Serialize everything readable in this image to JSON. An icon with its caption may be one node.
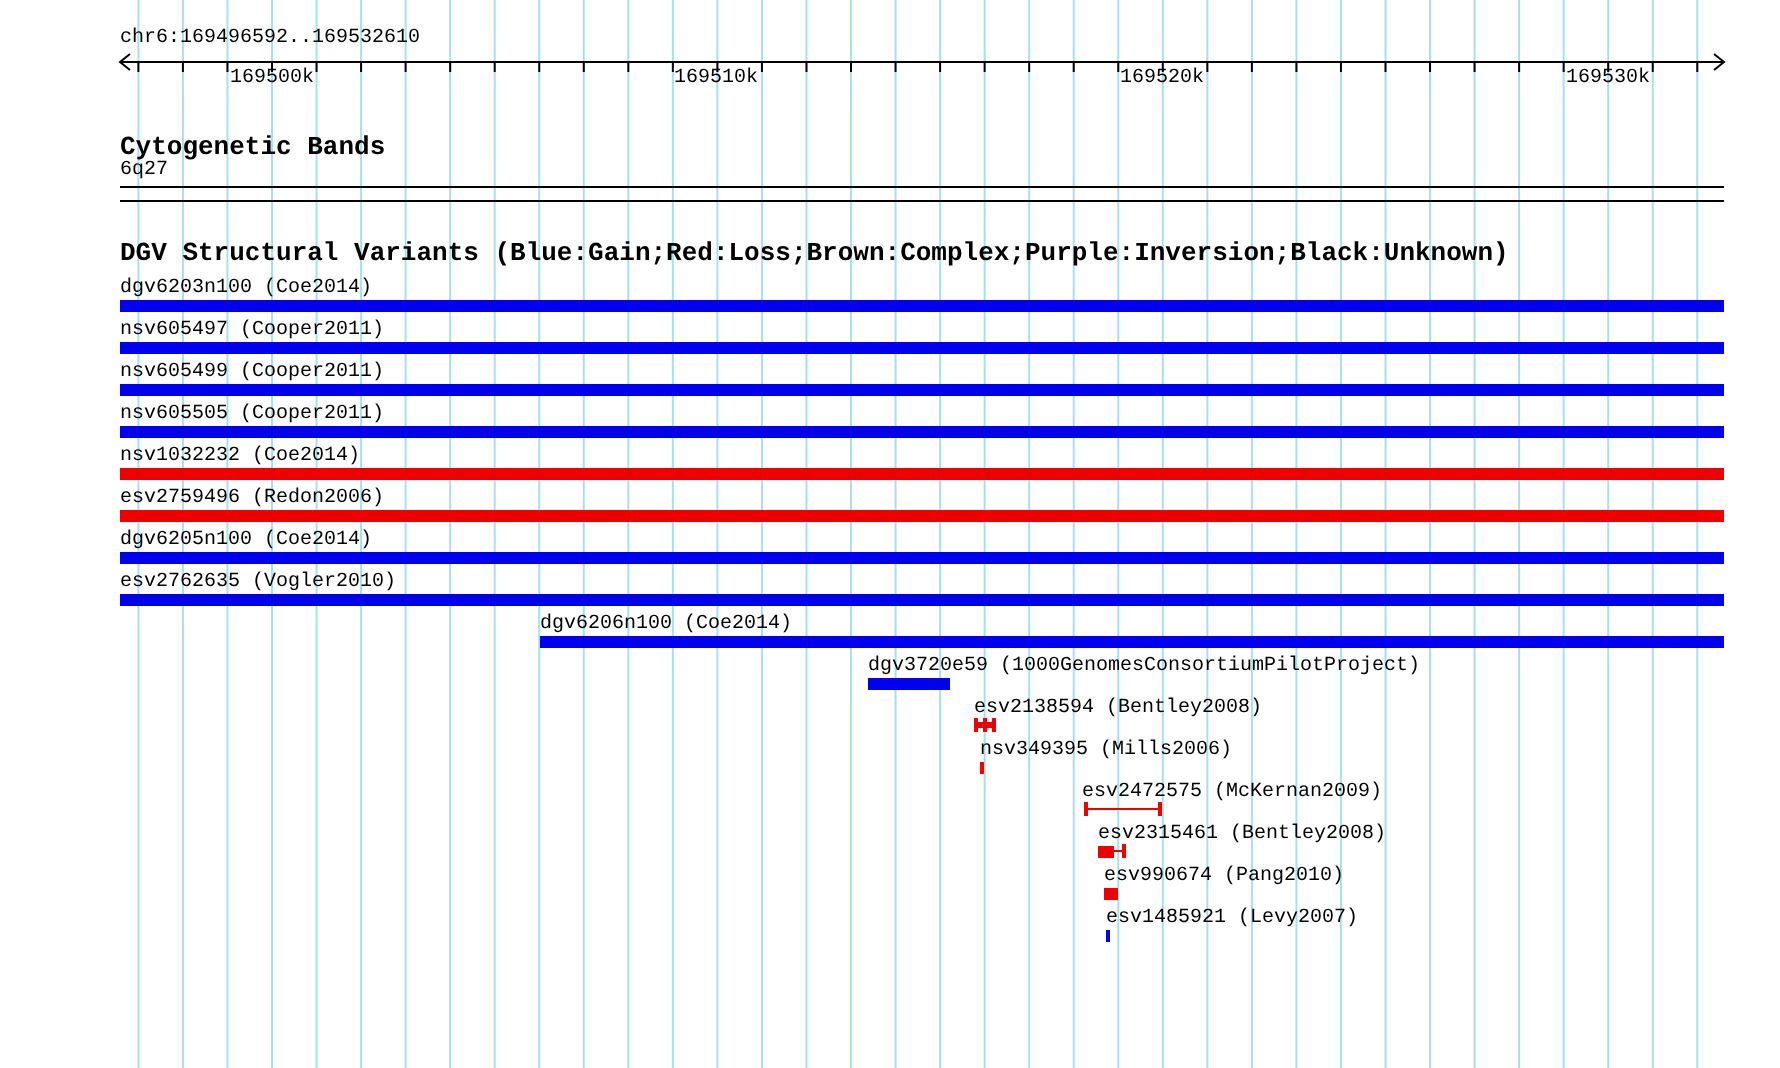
{
  "diagram": {
    "nodes": [
      {
        "text": [
          "dgv6203n100 (Coe2014)"
        ]
      },
      {
        "text": [
          "nsv605497 (Cooper2011)"
        ]
      },
      {
        "text": [
          "nsv605499 (Cooper2011)"
        ]
      },
      {
        "text": [
          "nsv605505 (Cooper2011)"
        ]
      },
      {
        "text": [
          "nsv1032232 (Coe2014)"
        ]
      },
      {
        "text": [
          "esv2759496 (Redon2006)"
        ]
      },
      {
        "text": [
          "dgv6205n100 (Coe2014)"
        ]
      },
      {
        "text": [
          "esv2762635 (Vogler2010)"
        ]
      },
      {
        "text": [
          "dgv6206n100 (Coe2014)"
        ]
      },
      {
        "text": [
          "dgv3720e59 (1000GenomesConsortiumPilotProject)"
        ]
      },
      {
        "text": [
          "esv2138594 (Bentley2008)"
        ]
      },
      {
        "text": [
          "nsv349395 (Mills2006)"
        ]
      },
      {
        "text": [
          "esv2472575 (McKernan2009)"
        ]
      },
      {
        "text": [
          "esv2315461 (Bentley2008)"
        ]
      },
      {
        "text": [
          "esv990674 (Pang2010)"
        ]
      },
      {
        "text": [
          "esv1485921 (Levy2007)"
        ]
      }
    ],
    "labels": [
      "chr6:169496592..169532610",
      "169500k",
      "169510k",
      "169520k",
      "169530k",
      "Cytogenetic Bands",
      "6q27",
      "DGV Structural Variants (Blue:Gain;Red:Loss;Brown:Complex;Purple:Inversion;Black:Unknown)"
    ]
  }
}
